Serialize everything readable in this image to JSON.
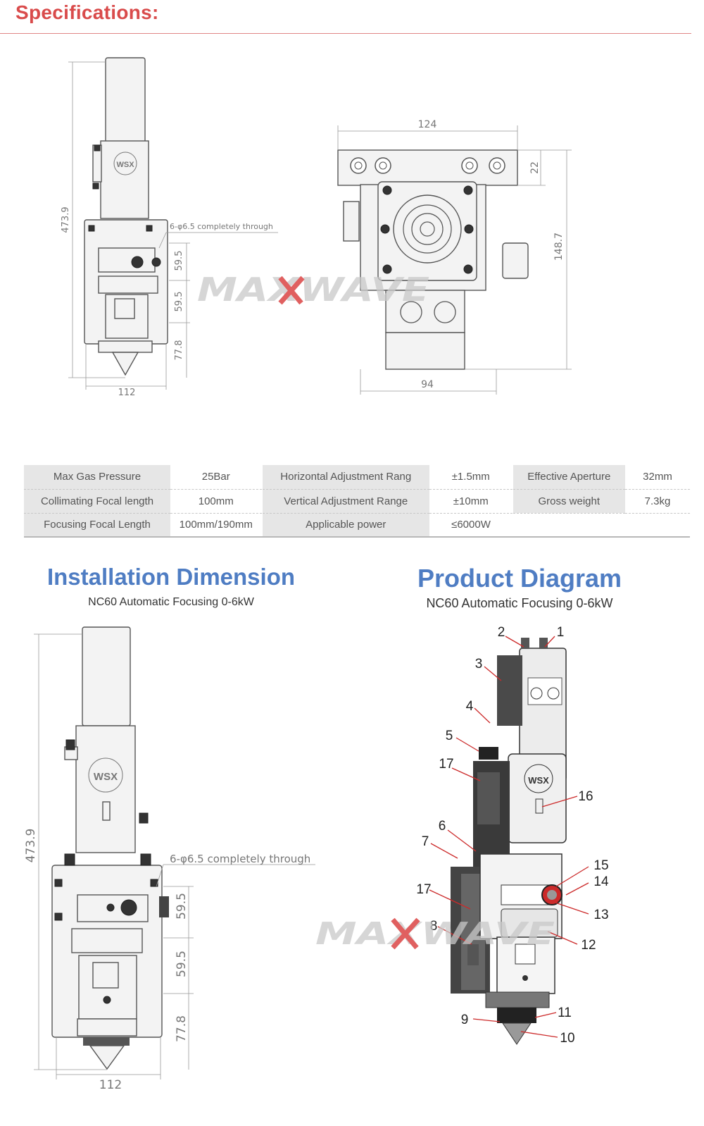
{
  "header": {
    "title": "Specifications:"
  },
  "top_drawing": {
    "side": {
      "height": "473.9",
      "width": "112",
      "dim_a": "59.5",
      "dim_b": "59.5",
      "dim_c": "77.8",
      "hole_note": "6-φ6.5 completely through"
    },
    "top": {
      "width_top": "124",
      "width_bottom": "94",
      "height_small": "22",
      "height_total": "148.7"
    }
  },
  "watermark": "MAXWAVE",
  "specs": {
    "rows": [
      [
        "Max Gas Pressure",
        "25Bar",
        "Horizontal Adjustment Rang",
        "±1.5mm",
        "Effective Aperture",
        "32mm"
      ],
      [
        "Collimating Focal length",
        "100mm",
        "Vertical Adjustment Range",
        "±10mm",
        "Gross weight",
        "7.3kg"
      ],
      [
        "Focusing Focal Length",
        "100mm/190mm",
        "Applicable power",
        "≤6000W",
        "",
        ""
      ]
    ]
  },
  "install": {
    "title": "Installation Dimension",
    "subtitle": "NC60 Automatic Focusing 0-6kW",
    "height": "473.9",
    "width": "112",
    "dim_a": "59.5",
    "dim_b": "59.5",
    "dim_c": "77.8",
    "hole_note": "6-φ6.5 completely through"
  },
  "product": {
    "title": "Product Diagram",
    "subtitle": "NC60 Automatic Focusing 0-6kW",
    "callouts": [
      "1",
      "2",
      "3",
      "4",
      "5",
      "17",
      "6",
      "7",
      "16",
      "15",
      "14",
      "17",
      "13",
      "8",
      "12",
      "11",
      "9",
      "10"
    ]
  }
}
